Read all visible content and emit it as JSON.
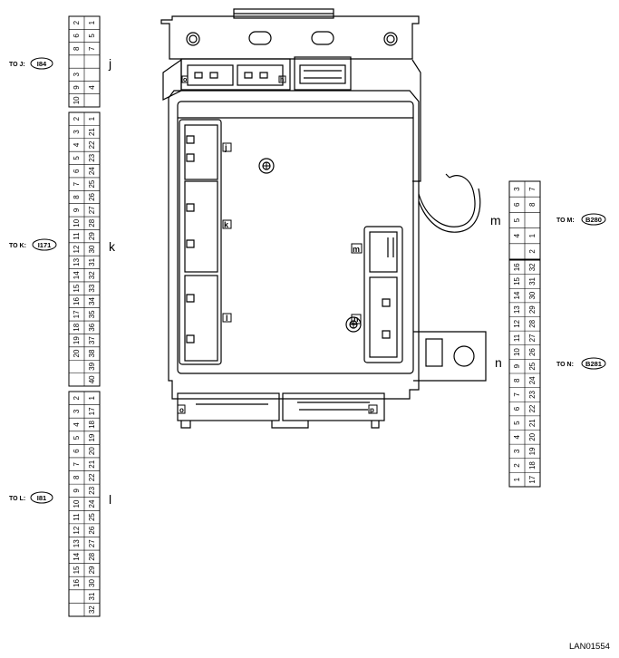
{
  "connectors": {
    "j": {
      "letter": "j",
      "to_text": "TO J:",
      "code": "I84",
      "rows": [
        [
          "2",
          "1"
        ],
        [
          "6",
          "5"
        ],
        [
          "8",
          "7"
        ],
        [
          "",
          ""
        ],
        [
          "3",
          ""
        ],
        [
          "9",
          "4"
        ],
        [
          "10",
          ""
        ]
      ]
    },
    "k": {
      "letter": "k",
      "to_text": "TO K:",
      "code": "I171",
      "rows": [
        [
          "2",
          "1"
        ],
        [
          "3",
          "21"
        ],
        [
          "4",
          "22"
        ],
        [
          "5",
          "23"
        ],
        [
          "6",
          "24"
        ],
        [
          "7",
          "25"
        ],
        [
          "8",
          "26"
        ],
        [
          "9",
          "27"
        ],
        [
          "10",
          "28"
        ],
        [
          "11",
          "29"
        ],
        [
          "12",
          "30"
        ],
        [
          "13",
          "31"
        ],
        [
          "14",
          "32"
        ],
        [
          "15",
          "33"
        ],
        [
          "16",
          "34"
        ],
        [
          "17",
          "35"
        ],
        [
          "18",
          "36"
        ],
        [
          "19",
          "37"
        ],
        [
          "20",
          "38"
        ],
        [
          "",
          "39"
        ],
        [
          "",
          "40"
        ]
      ]
    },
    "l": {
      "letter": "l",
      "to_text": "TO L:",
      "code": "I81",
      "rows": [
        [
          "2",
          "1"
        ],
        [
          "3",
          "17"
        ],
        [
          "4",
          "18"
        ],
        [
          "5",
          "19"
        ],
        [
          "6",
          "20"
        ],
        [
          "7",
          "21"
        ],
        [
          "8",
          "22"
        ],
        [
          "9",
          "23"
        ],
        [
          "10",
          "24"
        ],
        [
          "11",
          "25"
        ],
        [
          "12",
          "26"
        ],
        [
          "13",
          "27"
        ],
        [
          "14",
          "28"
        ],
        [
          "15",
          "29"
        ],
        [
          "16",
          "30"
        ],
        [
          "",
          "31"
        ],
        [
          "",
          "32"
        ]
      ]
    },
    "m": {
      "letter": "m",
      "to_text": "TO M:",
      "code": "B280",
      "rows": [
        [
          "3",
          "7"
        ],
        [
          "6",
          "8"
        ],
        [
          "5",
          ""
        ],
        [
          "4",
          "1"
        ],
        [
          "",
          "2"
        ]
      ]
    },
    "n": {
      "letter": "n",
      "to_text": "TO N:",
      "code": "B281",
      "rows": [
        [
          "16",
          "32"
        ],
        [
          "15",
          "31"
        ],
        [
          "14",
          "30"
        ],
        [
          "13",
          "29"
        ],
        [
          "12",
          "28"
        ],
        [
          "11",
          "27"
        ],
        [
          "10",
          "26"
        ],
        [
          "9",
          "25"
        ],
        [
          "8",
          "24"
        ],
        [
          "7",
          "23"
        ],
        [
          "6",
          "22"
        ],
        [
          "5",
          "21"
        ],
        [
          "4",
          "20"
        ],
        [
          "3",
          "19"
        ],
        [
          "2",
          "18"
        ],
        [
          "1",
          "17"
        ]
      ]
    }
  },
  "unit_labels": {
    "j": "j",
    "k": "k",
    "l": "l",
    "m": "m",
    "n": "n",
    "o": "o",
    "p": "p",
    "h": "h"
  },
  "figure_id": "LAN01554"
}
